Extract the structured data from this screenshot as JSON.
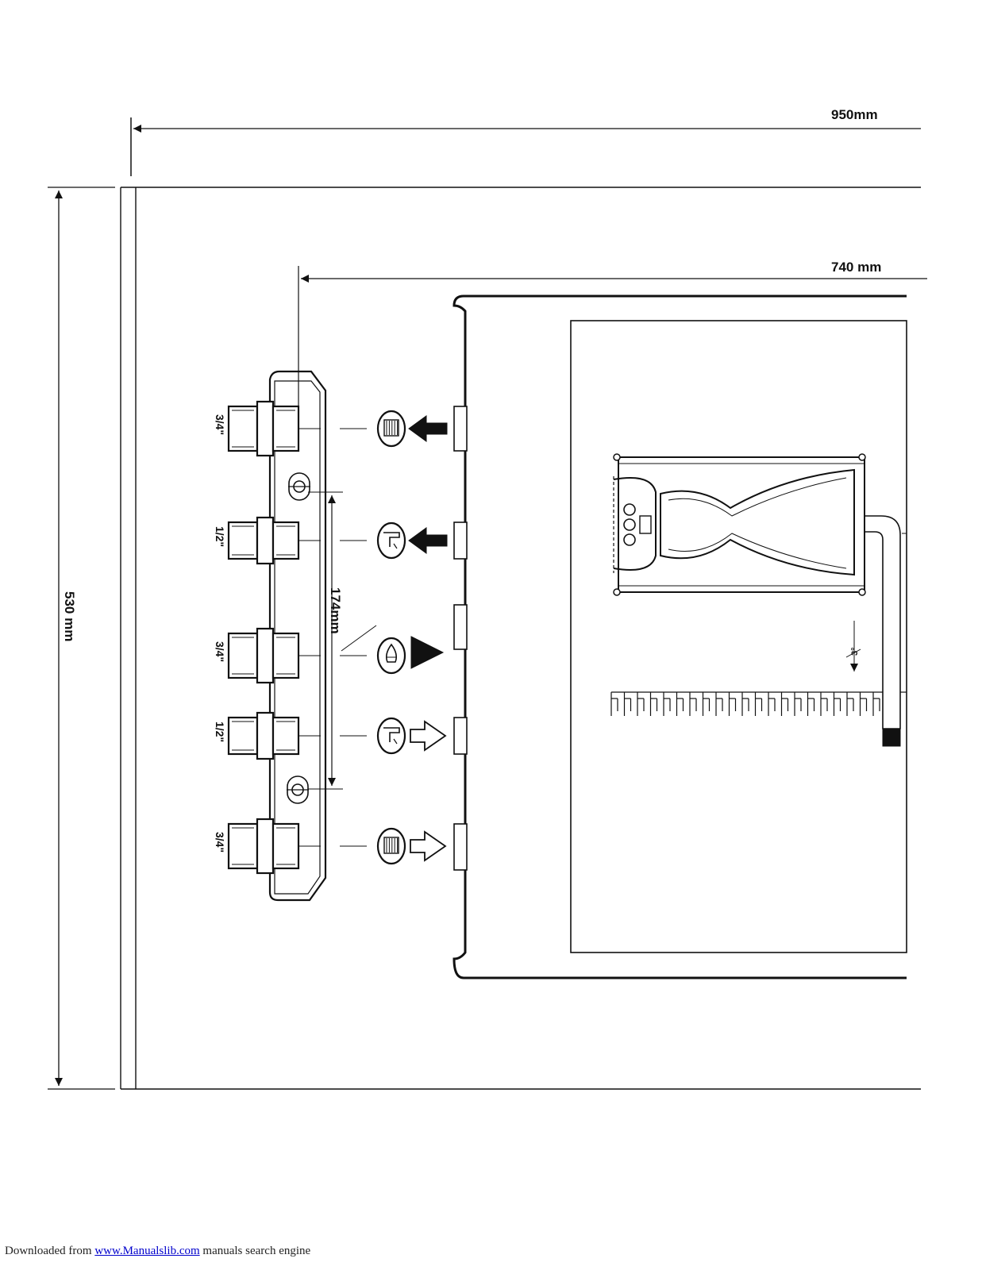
{
  "dimensions": {
    "total_width": "950mm",
    "clearance_width": "740 mm",
    "height": "530 mm",
    "fitting_span": "174mm",
    "tilt_angle": "3°"
  },
  "fittings": [
    {
      "size": "3/4\"",
      "function": "heating flow",
      "symbol": "radiator-icon",
      "arrow": "solid"
    },
    {
      "size": "1/2\"",
      "function": "hot water outlet",
      "symbol": "tap-icon",
      "arrow": "solid"
    },
    {
      "size": "3/4\"",
      "function": "gas inlet",
      "symbol": "flame-icon",
      "arrow": "solid-head"
    },
    {
      "size": "1/2\"",
      "function": "cold water inlet",
      "symbol": "tap-icon",
      "arrow": "hollow"
    },
    {
      "size": "3/4\"",
      "function": "heating return",
      "symbol": "radiator-icon",
      "arrow": "hollow"
    }
  ],
  "footer": {
    "prefix": "Downloaded from ",
    "link": "www.Manualslib.com",
    "suffix": " manuals search engine"
  },
  "colors": {
    "line": "#111111",
    "background": "#ffffff",
    "link": "#0000cc"
  }
}
